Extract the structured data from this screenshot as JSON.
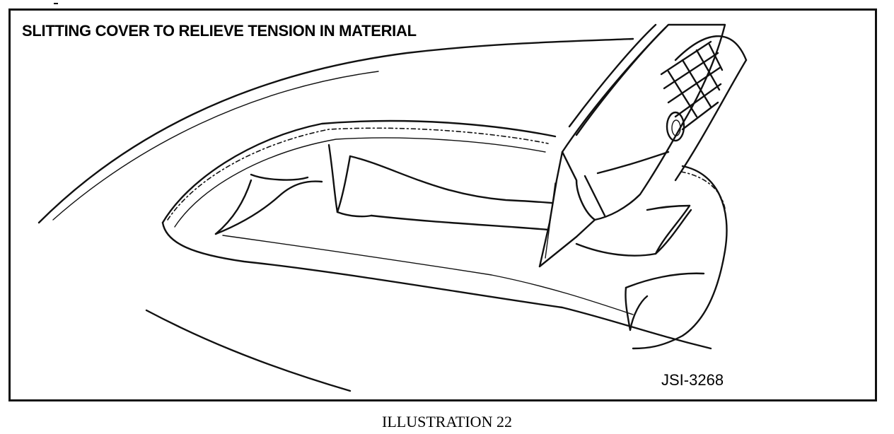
{
  "figure": {
    "title": "SLITTING COVER TO RELIEVE TENSION IN MATERIAL",
    "code": "JSI-3268",
    "caption": "ILLUSTRATION 22"
  }
}
